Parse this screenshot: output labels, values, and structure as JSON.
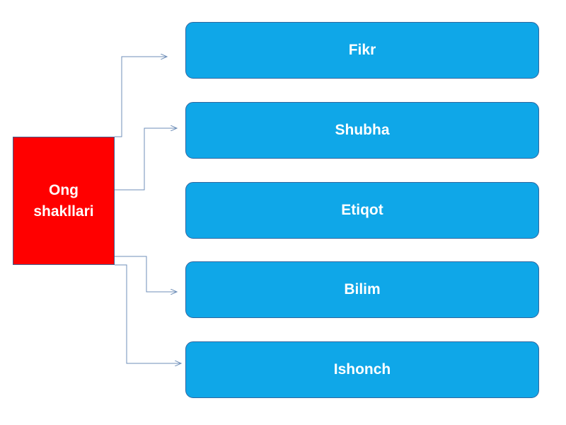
{
  "root": {
    "label": "Ong\nshakllari"
  },
  "nodes": [
    {
      "label": "Fikr"
    },
    {
      "label": "Shubha"
    },
    {
      "label": "Etiqot"
    },
    {
      "label": "Bilim"
    },
    {
      "label": "Ishonch"
    }
  ],
  "colors": {
    "root_fill": "#ff0000",
    "node_fill": "#0fa7e8",
    "node_border": "#2f67a0",
    "connector": "#6f8fb8"
  }
}
